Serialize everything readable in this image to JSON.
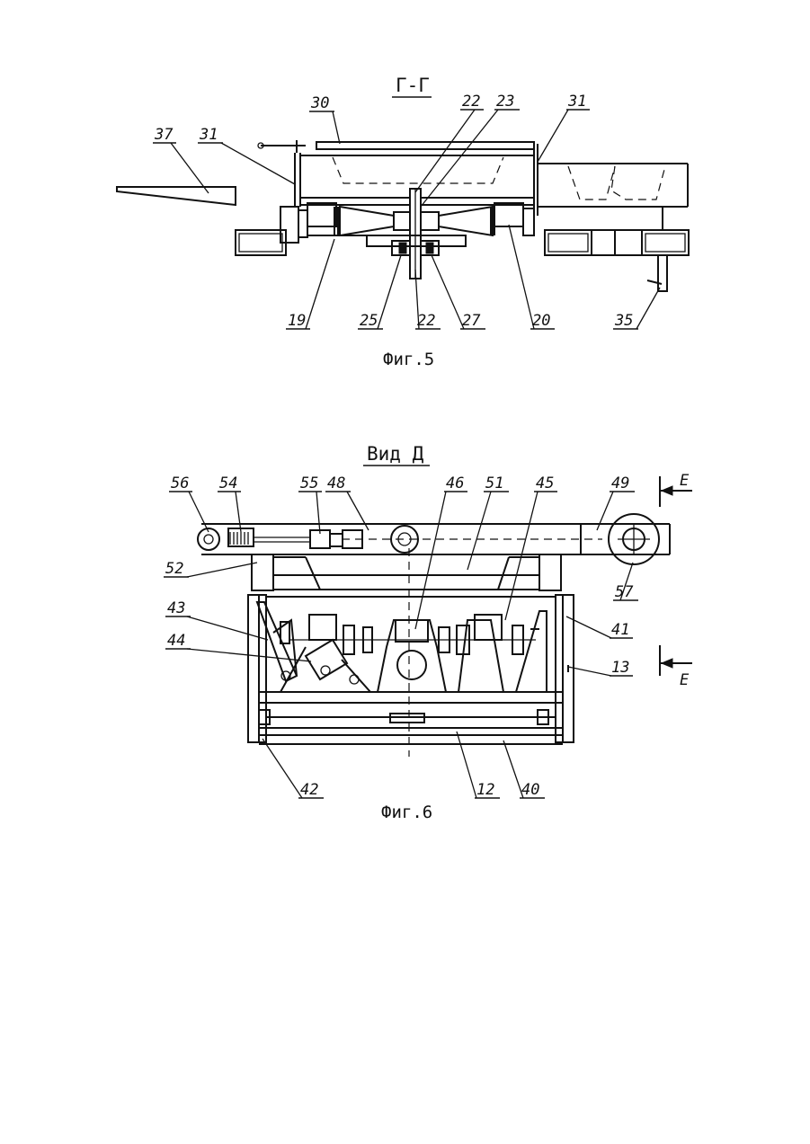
{
  "fig5": {
    "section_title": "Г-Г",
    "caption": "Фиг.5",
    "labels": {
      "l30": "30",
      "l22a": "22",
      "l23": "23",
      "l31r": "31",
      "l37": "37",
      "l31l": "31",
      "l19": "19",
      "l25": "25",
      "l22b": "22",
      "l27": "27",
      "l20": "20",
      "l35": "35"
    }
  },
  "fig6": {
    "view_title": "Вид Д",
    "caption": "Фиг.6",
    "section_mark": "Е",
    "labels": {
      "l56": "56",
      "l54": "54",
      "l55": "55",
      "l48": "48",
      "l46": "46",
      "l51": "51",
      "l45": "45",
      "l49": "49",
      "l52": "52",
      "l57": "57",
      "l43": "43",
      "l44": "44",
      "l41": "41",
      "l13": "13",
      "l42": "42",
      "l12": "12",
      "l40": "40"
    }
  }
}
